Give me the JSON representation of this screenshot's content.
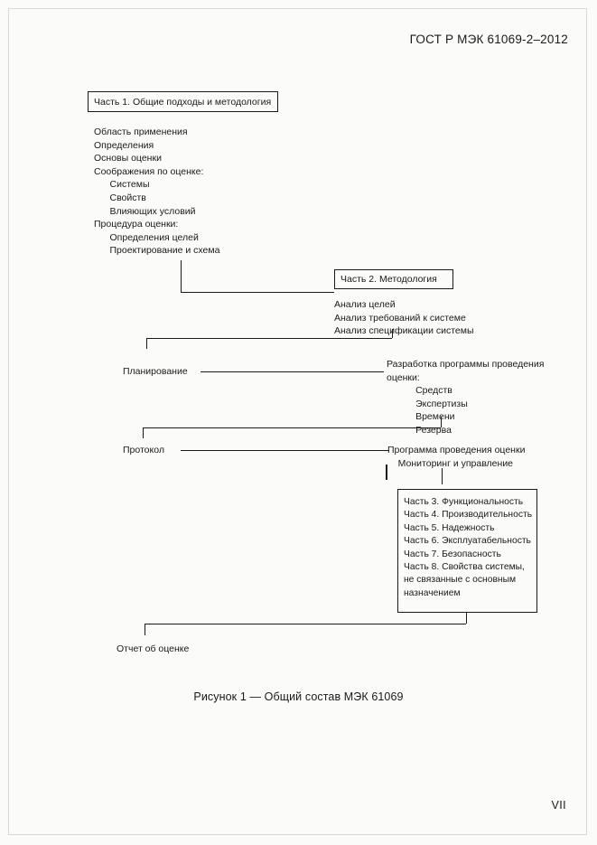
{
  "document": {
    "header": "ГОСТ Р МЭК 61069-2–2012",
    "page_number": "VII",
    "figure_caption": "Рисунок 1 — Общий состав МЭК 61069"
  },
  "diagram": {
    "part1": {
      "box_label": "Часть 1. Общие подходы и методология",
      "items": "Область применения\nОпределения\nОсновы оценки\nСоображения по оценке:\n      Системы\n      Свойств\n      Влияющих условий\nПроцедура оценки:\n      Определения целей\n      Проектирование и схема"
    },
    "part2": {
      "box_label": "Часть 2. Методология",
      "items": "Анализ целей\nАнализ требований к системе\nАнализ спецификации системы"
    },
    "planning": {
      "label": "Планирование",
      "items": "Разработка программы проведения\nоценки:\n           Средств\n           Экспертизы\n           Времени\n           Резерва"
    },
    "protocol": {
      "label": "Протокол",
      "items": "Программа проведения оценки\n    Мониторинг и управление"
    },
    "parts_box": {
      "items": "Часть 3. Функциональность\nЧасть 4. Производительность\nЧасть 5. Надежность\nЧасть 6. Эксплуатабельность\nЧасть 7. Безопасность\nЧасть 8. Свойства системы,\nне связанные с основным\nназначением"
    },
    "report": {
      "label": "Отчет об оценке"
    }
  }
}
